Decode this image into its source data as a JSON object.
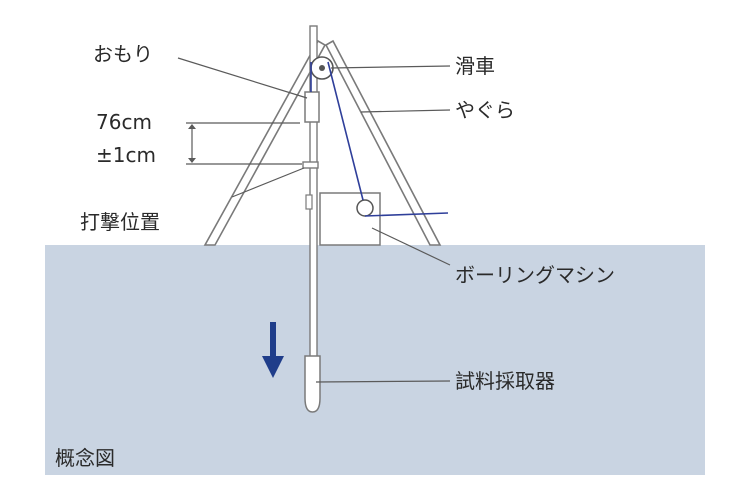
{
  "labels": {
    "weight": "おもり",
    "drop_height": "76cm",
    "tolerance": "±1cm",
    "strike_position": "打撃位置",
    "pulley": "滑車",
    "tripod": "やぐら",
    "boring_machine": "ボーリングマシン",
    "sampler": "試料採取器",
    "caption": "概念図"
  },
  "colors": {
    "ground_fill": "#c9d4e2",
    "outline": "#7a7a7a",
    "rope": "#2f3f9a",
    "arrow": "#1f3d8a",
    "leader_line": "#5a5a5a",
    "text": "#2a2a2a"
  }
}
